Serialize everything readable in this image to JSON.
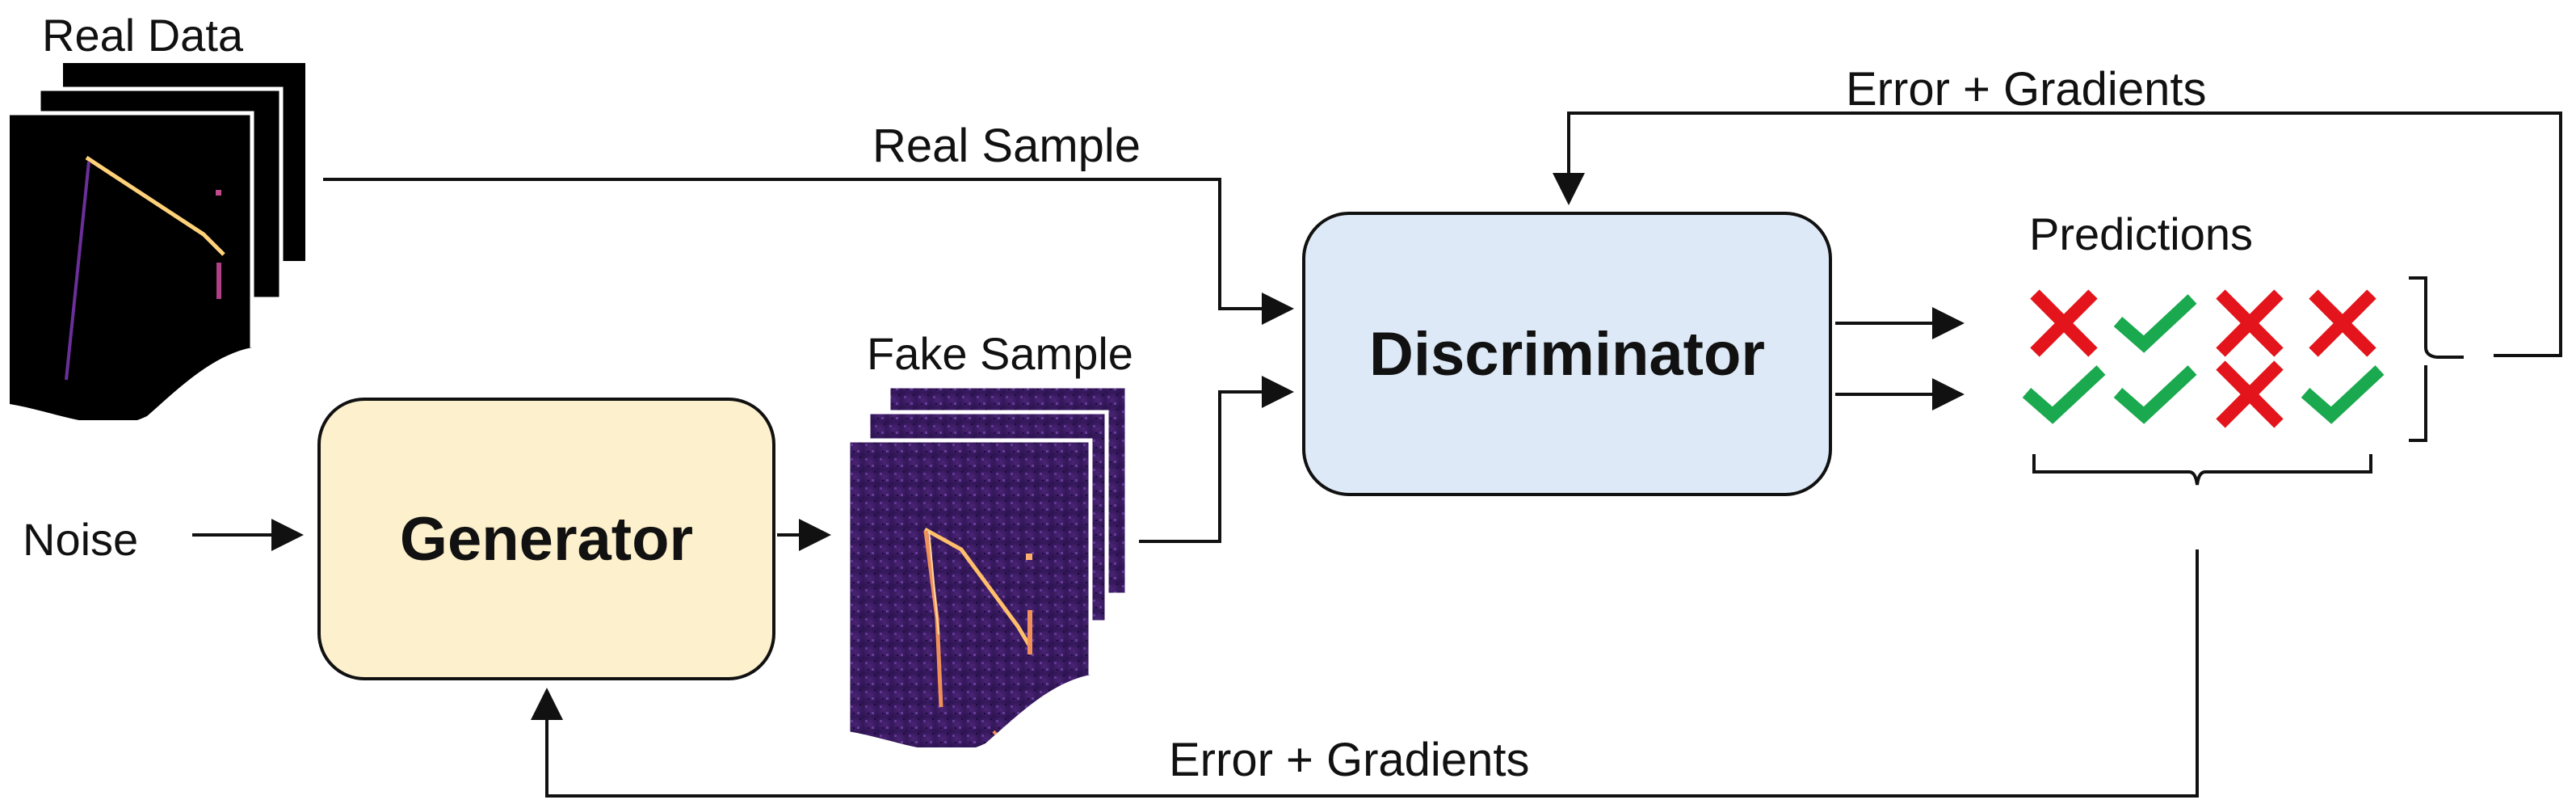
{
  "labels": {
    "real_data": "Real Data",
    "real_sample": "Real Sample",
    "fake_sample": "Fake Sample",
    "noise": "Noise",
    "predictions": "Predictions",
    "error_top": "Error + Gradients",
    "error_bottom": "Error + Gradients"
  },
  "boxes": {
    "generator": "Generator",
    "discriminator": "Discriminator"
  },
  "colors": {
    "generator_fill": "#fdf0cc",
    "discriminator_fill": "#dde9f6",
    "check": "#1aa94e",
    "cross": "#e3141b",
    "real_bg": "#000000",
    "fake_bg": "#3a1a63"
  },
  "predictions": [
    [
      "cross",
      "check",
      "cross",
      "cross"
    ],
    [
      "check",
      "check",
      "cross",
      "check"
    ]
  ]
}
